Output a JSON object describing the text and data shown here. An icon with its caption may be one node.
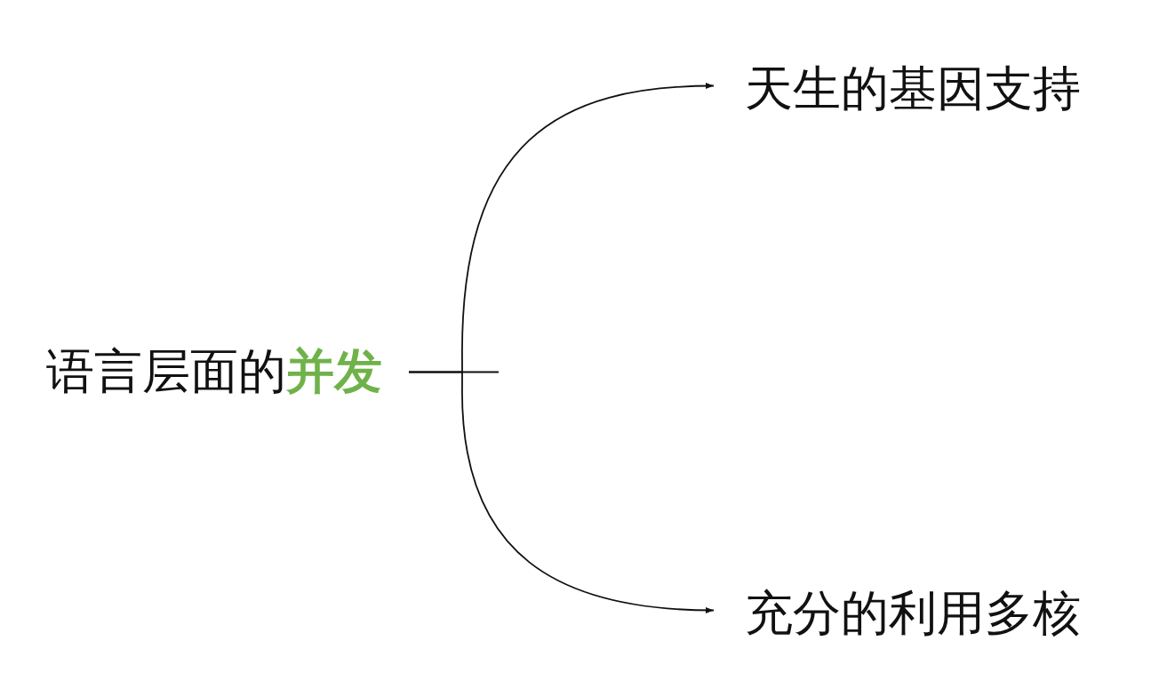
{
  "diagram": {
    "nodes": [
      {
        "text": [
          "语言层面的**并发**"
        ]
      },
      {
        "text": [
          "天生的基因支持"
        ]
      },
      {
        "text": [
          "充分的利用多核"
        ]
      }
    ],
    "edges": [
      {
        "from": 0,
        "to": 1,
        "arrow": "to"
      },
      {
        "from": 0,
        "to": 2,
        "arrow": "to"
      }
    ]
  }
}
